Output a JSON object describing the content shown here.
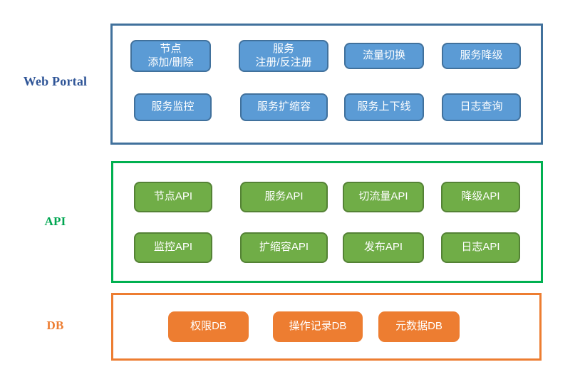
{
  "sections": [
    {
      "label": "Web Portal",
      "label_color": "#2F5597",
      "border_color": "#41719C",
      "button_fill": "#5B9BD5",
      "button_border": "#41719C",
      "buttons": [
        {
          "label": "节点\n添加/删除"
        },
        {
          "label": "服务\n注册/反注册"
        },
        {
          "label": "流量切换"
        },
        {
          "label": "服务降级"
        },
        {
          "label": "服务监控"
        },
        {
          "label": "服务扩缩容"
        },
        {
          "label": "服务上下线"
        },
        {
          "label": "日志查询"
        }
      ]
    },
    {
      "label": "API",
      "label_color": "#00A651",
      "border_color": "#00B050",
      "button_fill": "#70AD47",
      "button_border": "#548235",
      "buttons": [
        {
          "label": "节点API"
        },
        {
          "label": "服务API"
        },
        {
          "label": "切流量API"
        },
        {
          "label": "降级API"
        },
        {
          "label": "监控API"
        },
        {
          "label": "扩缩容API"
        },
        {
          "label": "发布API"
        },
        {
          "label": "日志API"
        }
      ]
    },
    {
      "label": "DB",
      "label_color": "#ED7D31",
      "border_color": "#ED7D31",
      "button_fill": "#ED7D31",
      "button_border": "#ED7D31",
      "buttons": [
        {
          "label": "权限DB"
        },
        {
          "label": "操作记录DB"
        },
        {
          "label": "元数据DB"
        }
      ]
    }
  ]
}
